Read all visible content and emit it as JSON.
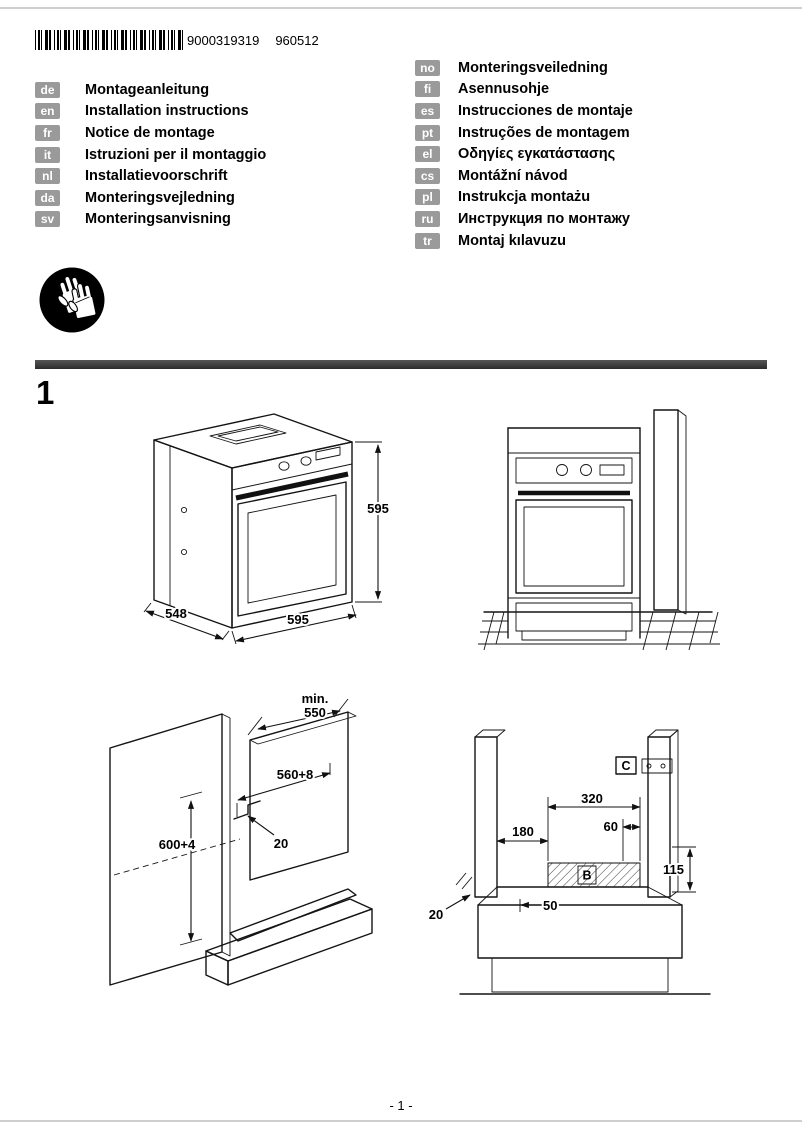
{
  "header": {
    "barcode_number": "9000319319",
    "print_code": "960512",
    "barcode_icon": "barcode-icon"
  },
  "languages": {
    "left": [
      {
        "code": "de",
        "label": "Montageanleitung"
      },
      {
        "code": "en",
        "label": "Installation instructions"
      },
      {
        "code": "fr",
        "label": "Notice de montage"
      },
      {
        "code": "it",
        "label": "Istruzioni per il montaggio"
      },
      {
        "code": "nl",
        "label": "Installatievoorschrift"
      },
      {
        "code": "da",
        "label": "Monteringsvejledning"
      },
      {
        "code": "sv",
        "label": "Monteringsanvisning"
      }
    ],
    "right": [
      {
        "code": "no",
        "label": "Monteringsveiledning"
      },
      {
        "code": "fi",
        "label": "Asennusohje"
      },
      {
        "code": "es",
        "label": "Instrucciones de montaje"
      },
      {
        "code": "pt",
        "label": "Instruções de montagem"
      },
      {
        "code": "el",
        "label": "Οδηγίες εγκατάστασης"
      },
      {
        "code": "cs",
        "label": "Montážní návod"
      },
      {
        "code": "pl",
        "label": "Instrukcja montażu"
      },
      {
        "code": "ru",
        "label": "Инструкция по монтажу"
      },
      {
        "code": "tr",
        "label": "Montaj kılavuzu"
      }
    ]
  },
  "safety": {
    "icon": "protective-gloves-icon"
  },
  "step": {
    "number": "1"
  },
  "fig_oven": {
    "height": "595",
    "depth": "548",
    "width": "595"
  },
  "fig_carcass": {
    "min_label": "min.",
    "min_depth": "550",
    "cutout_width": "560+8",
    "niche_height": "600+4",
    "notch": "20"
  },
  "fig_niche": {
    "w320": "320",
    "w60": "60",
    "w180": "180",
    "h115": "115",
    "d20": "20",
    "d50": "50",
    "zone": "B",
    "detail": "C"
  },
  "footer": {
    "page_number": "- 1 -"
  }
}
